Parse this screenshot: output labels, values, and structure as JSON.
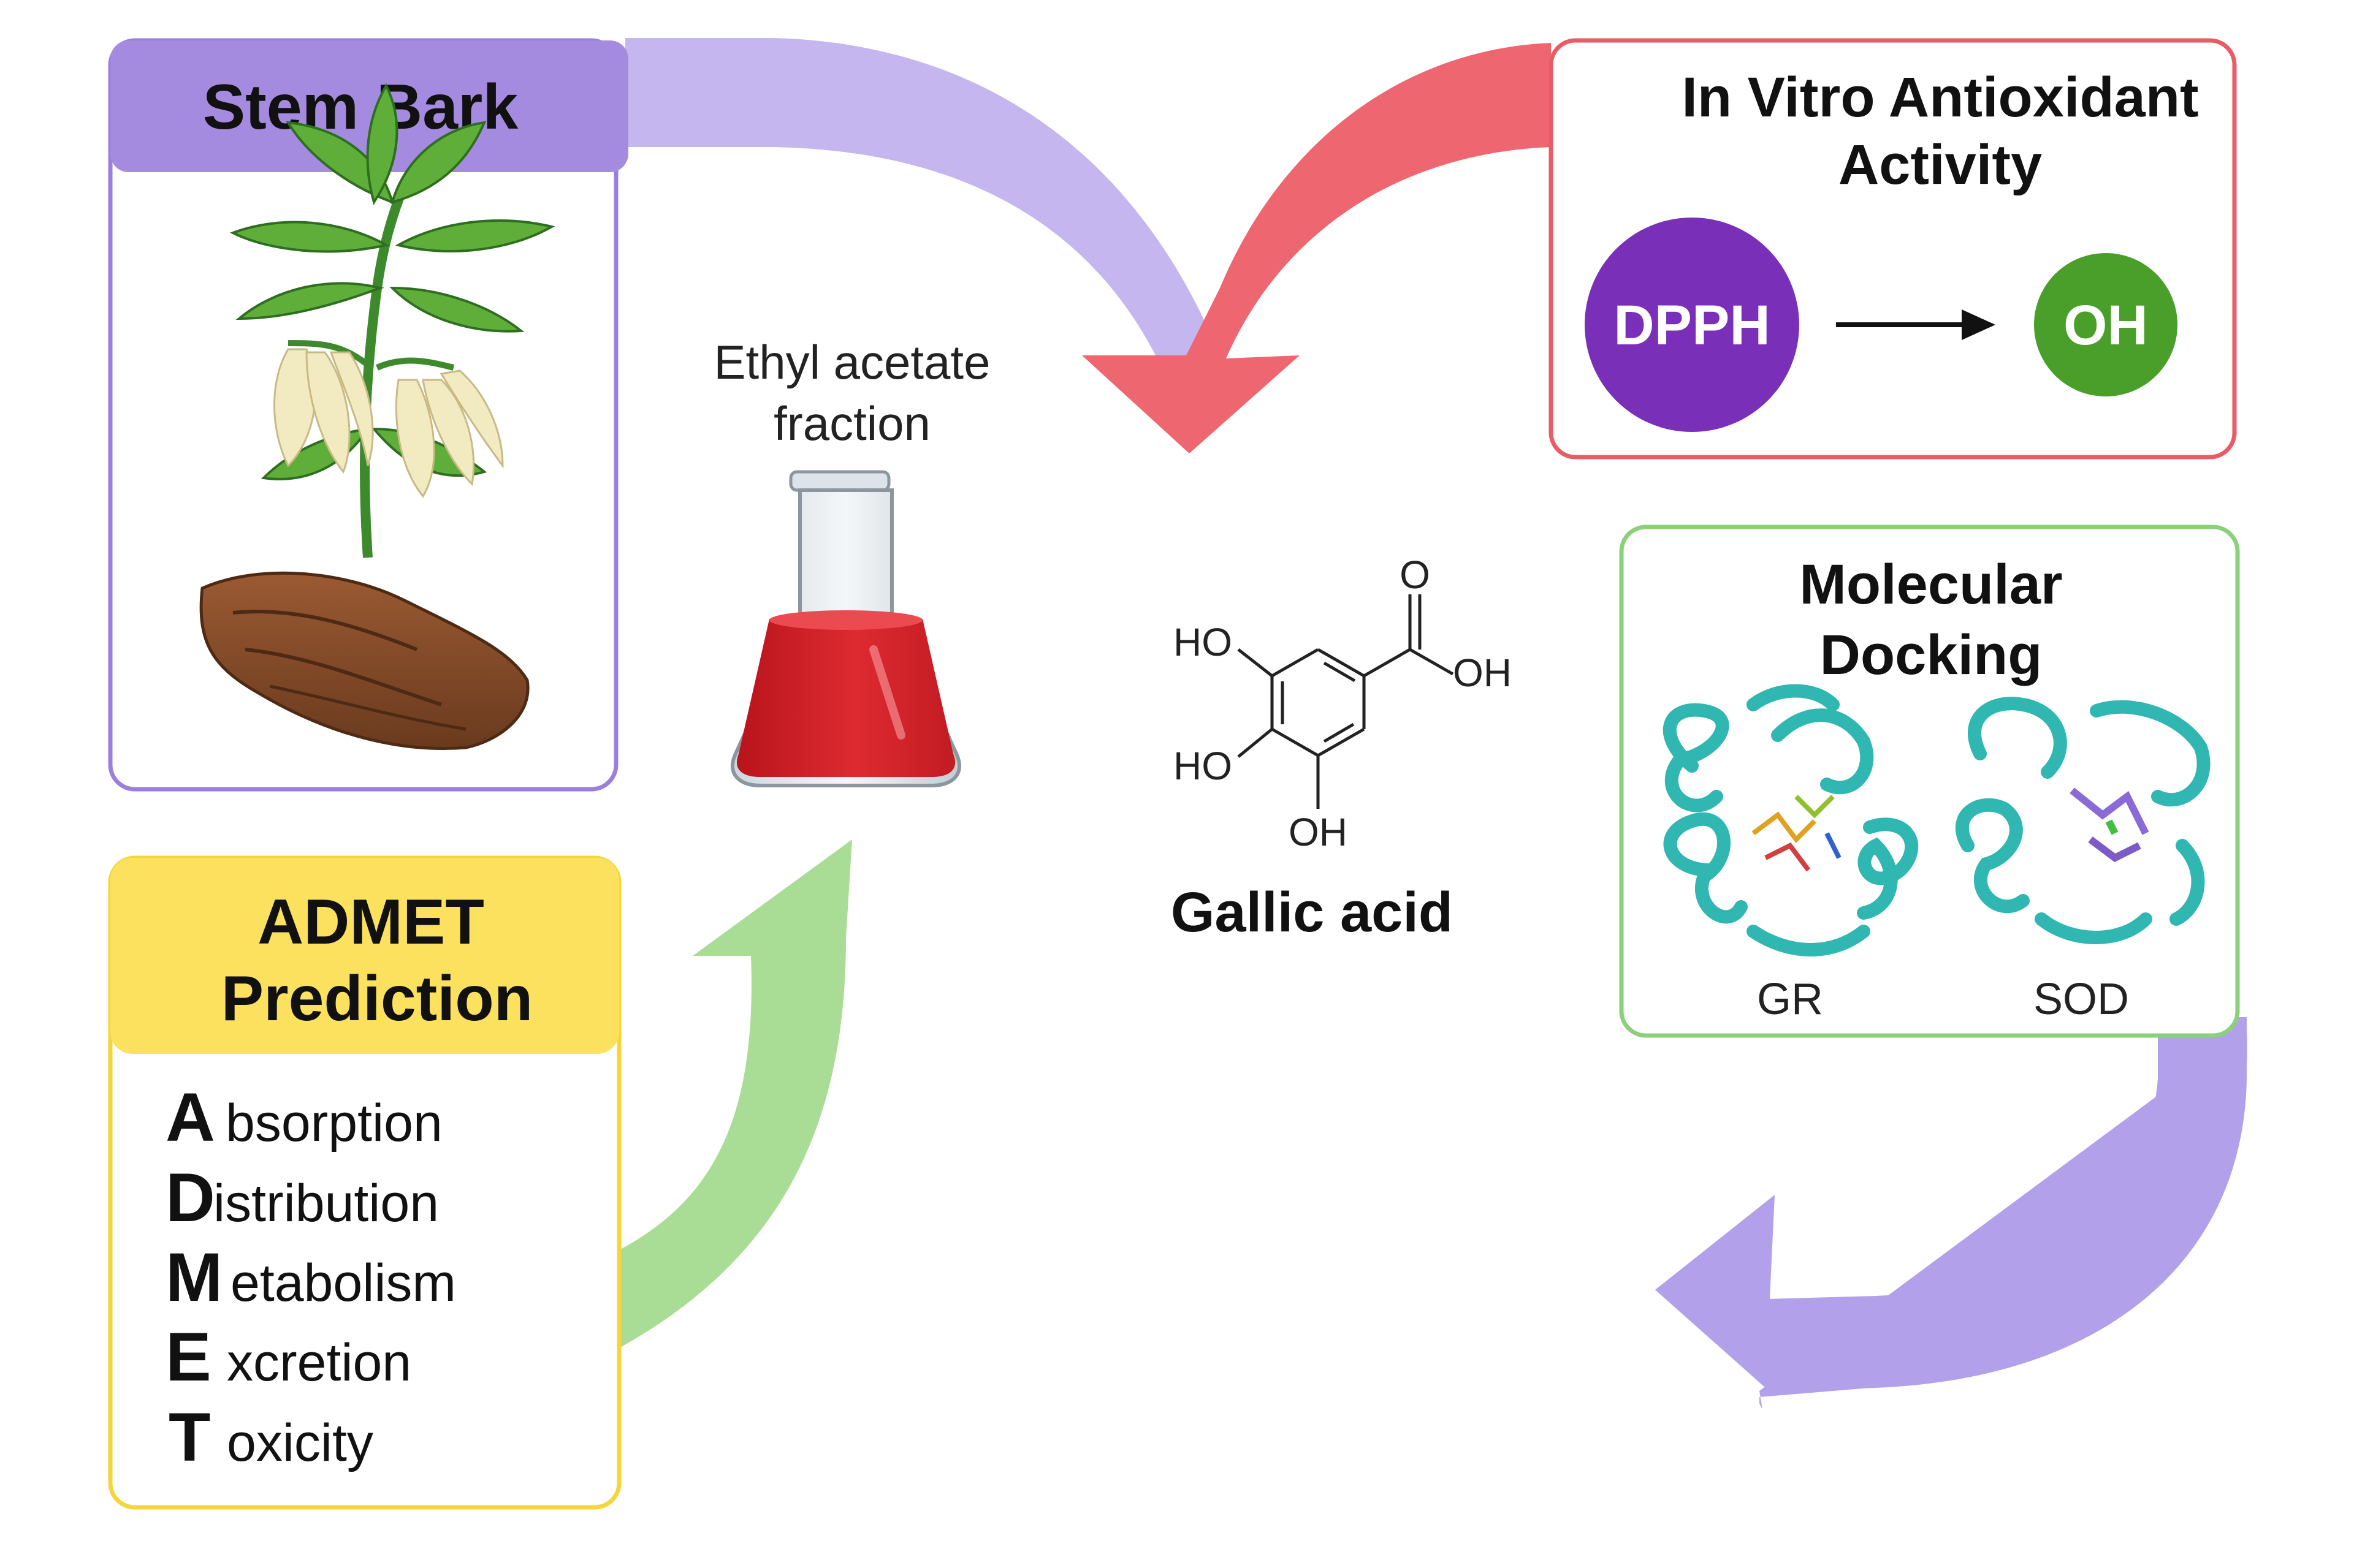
{
  "panels": {
    "stem_bark": {
      "title": "Stem Bark"
    },
    "extraction": {
      "line1": "Ethyl acetate",
      "line2": "fraction"
    },
    "compound": {
      "name": "Gallic acid",
      "atoms": {
        "carbonyl_o": "O",
        "acid_oh": "OH",
        "ho_top": "HO",
        "ho_mid": "HO",
        "oh_bottom": "OH"
      }
    },
    "antioxidant": {
      "title_line1": "In Vitro Antioxidant",
      "title_line2": "Activity",
      "left_circle": "DPPH",
      "right_circle": "OH"
    },
    "docking": {
      "title_line1": "Molecular",
      "title_line2": "Docking",
      "protein_left": "GR",
      "protein_right": "SOD"
    },
    "admet": {
      "title_line1": "ADMET",
      "title_line2": "Prediction",
      "items": [
        {
          "initial": "A",
          "rest": "bsorption"
        },
        {
          "initial": "D",
          "rest": "istribution"
        },
        {
          "initial": "M",
          "rest": "etabolism"
        },
        {
          "initial": "E",
          "rest": "xcretion"
        },
        {
          "initial": "T",
          "rest": "oxicity"
        }
      ]
    }
  },
  "colors": {
    "purple_header": "#a48be0",
    "purple_border": "#9a7fdc",
    "purple_arrow": "#c5b6ef",
    "red_border": "#e95c66",
    "red_arrow": "#ee6670",
    "green_border": "#8bd07a",
    "green_arrow": "#a9dc94",
    "yellow_header": "#fbe15e",
    "yellow_border": "#f4d63a",
    "lavender_arrow": "#b3a0ea",
    "dpph_circle": "#7a2fb8",
    "oh_circle": "#4a9e2a",
    "protein": "#30b7b2",
    "flask_liquid": "#d8232a"
  },
  "icons": [
    "plant-icon",
    "bark-icon",
    "flask-icon",
    "gallic-acid-structure",
    "protein-ribbon-icon"
  ]
}
